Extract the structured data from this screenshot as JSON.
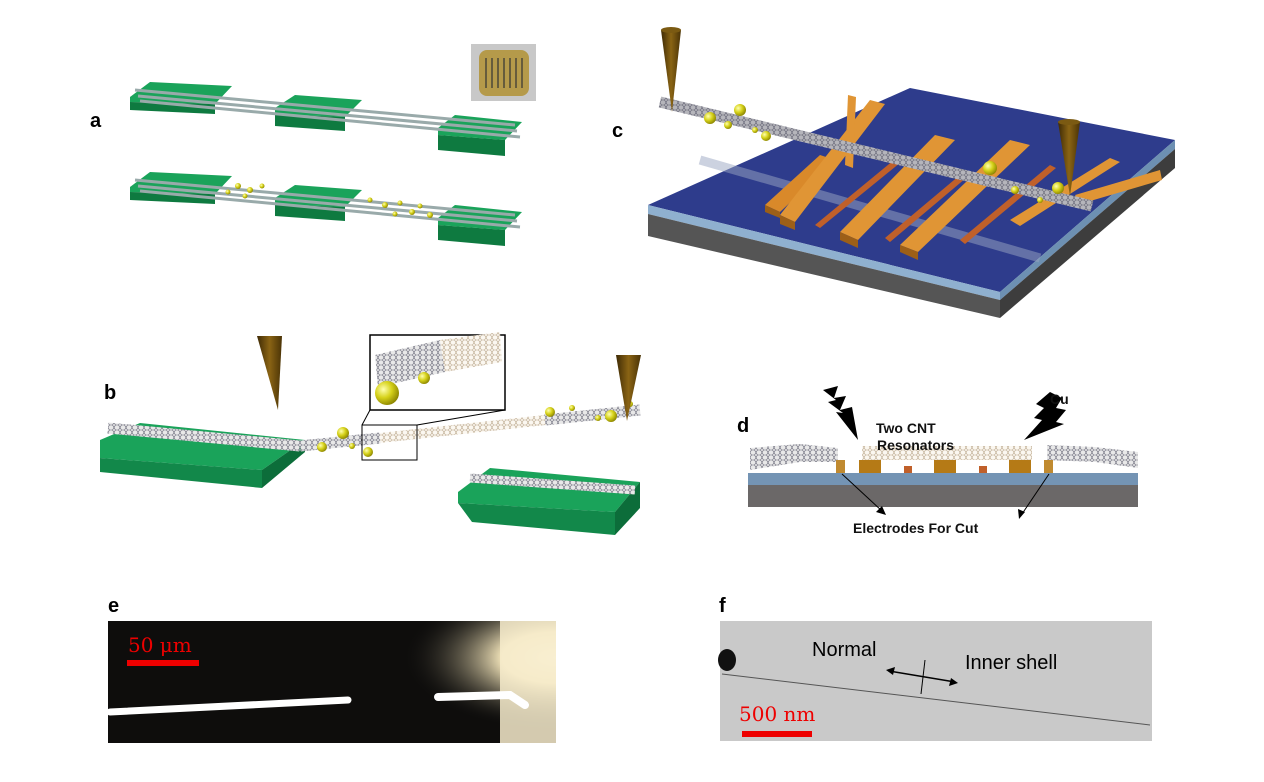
{
  "panels": {
    "a": {
      "label": "a"
    },
    "b": {
      "label": "b"
    },
    "c": {
      "label": "c"
    },
    "d": {
      "label": "d",
      "text_resonators_1": "Two CNT",
      "text_resonators_2": "Resonators",
      "text_cu": "Cu",
      "text_electrodes": "Electrodes For Cut"
    },
    "e": {
      "label": "e",
      "scale_bar": "50 μm"
    },
    "f": {
      "label": "f",
      "text_normal": "Normal",
      "text_inner": "Inner shell",
      "scale_bar": "500 nm"
    }
  },
  "colors": {
    "pad": "#1aa35a",
    "substrate": "#2e3c8c",
    "electrode": "#d9892a",
    "particle": "#d6d21a",
    "tip": "#6b4a0c",
    "scale": "#ee0000"
  }
}
